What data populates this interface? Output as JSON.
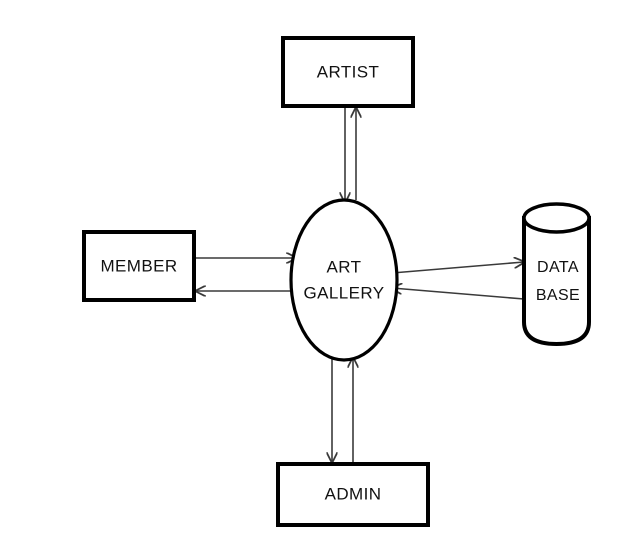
{
  "diagram": {
    "type": "context-level-data-flow-diagram",
    "background_color": "#ffffff",
    "shape_stroke_color": "#000000",
    "flow_stroke_color": "#3a3a3a",
    "nodes": [
      {
        "id": "artist",
        "label": "ARTIST",
        "shape": "rectangle",
        "position": "top"
      },
      {
        "id": "member",
        "label": "MEMBER",
        "shape": "rectangle",
        "position": "left"
      },
      {
        "id": "gallery",
        "label_line1": "ART",
        "label_line2": "GALLERY",
        "shape": "ellipse",
        "position": "center"
      },
      {
        "id": "database",
        "label_line1": "DATA",
        "label_line2": "BASE",
        "shape": "cylinder",
        "position": "right"
      },
      {
        "id": "admin",
        "label": "ADMIN",
        "shape": "rectangle",
        "position": "bottom"
      }
    ],
    "flows": [
      {
        "id": "artist-to-gallery",
        "from": "artist",
        "to": "gallery",
        "direction": "down"
      },
      {
        "id": "gallery-to-artist",
        "from": "gallery",
        "to": "artist",
        "direction": "up"
      },
      {
        "id": "member-to-gallery",
        "from": "member",
        "to": "gallery",
        "direction": "right"
      },
      {
        "id": "gallery-to-member",
        "from": "gallery",
        "to": "member",
        "direction": "left"
      },
      {
        "id": "gallery-to-database",
        "from": "gallery",
        "to": "database",
        "direction": "right"
      },
      {
        "id": "database-to-gallery",
        "from": "database",
        "to": "gallery",
        "direction": "left"
      },
      {
        "id": "gallery-to-admin",
        "from": "gallery",
        "to": "admin",
        "direction": "down"
      },
      {
        "id": "admin-to-gallery",
        "from": "admin",
        "to": "gallery",
        "direction": "up"
      }
    ]
  }
}
